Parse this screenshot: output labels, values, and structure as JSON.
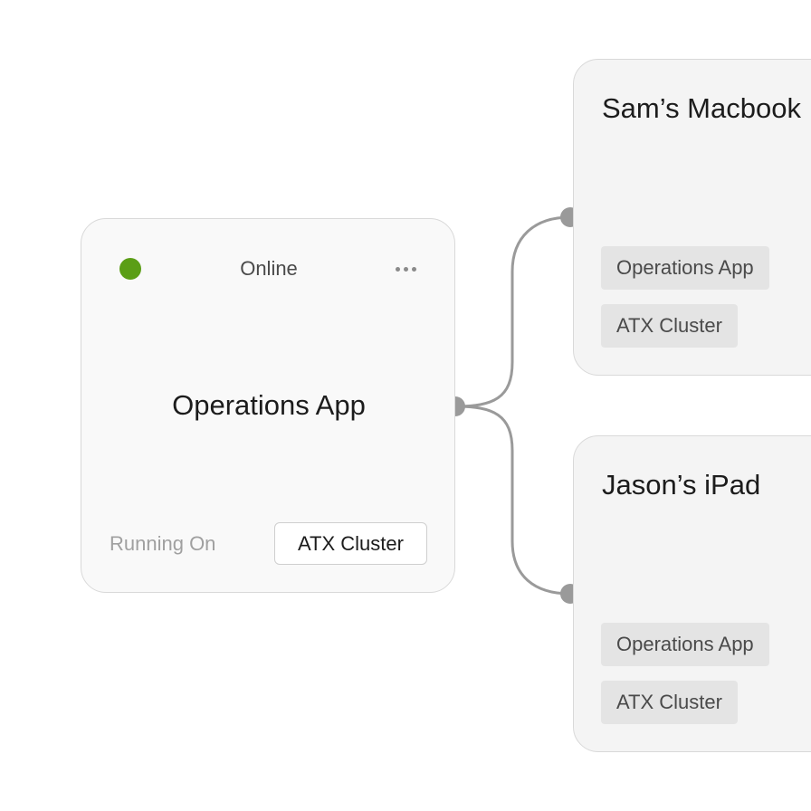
{
  "source": {
    "status": "Online",
    "status_color": "#5b9e16",
    "menu_icon": "more-horizontal-icon",
    "title": "Operations App",
    "running_on_label": "Running On",
    "cluster": "ATX Cluster"
  },
  "devices": [
    {
      "name": "Sam’s Macbook",
      "tags": [
        "Operations App",
        "ATX Cluster"
      ]
    },
    {
      "name": "Jason’s iPad",
      "tags": [
        "Operations App",
        "ATX Cluster"
      ]
    }
  ]
}
